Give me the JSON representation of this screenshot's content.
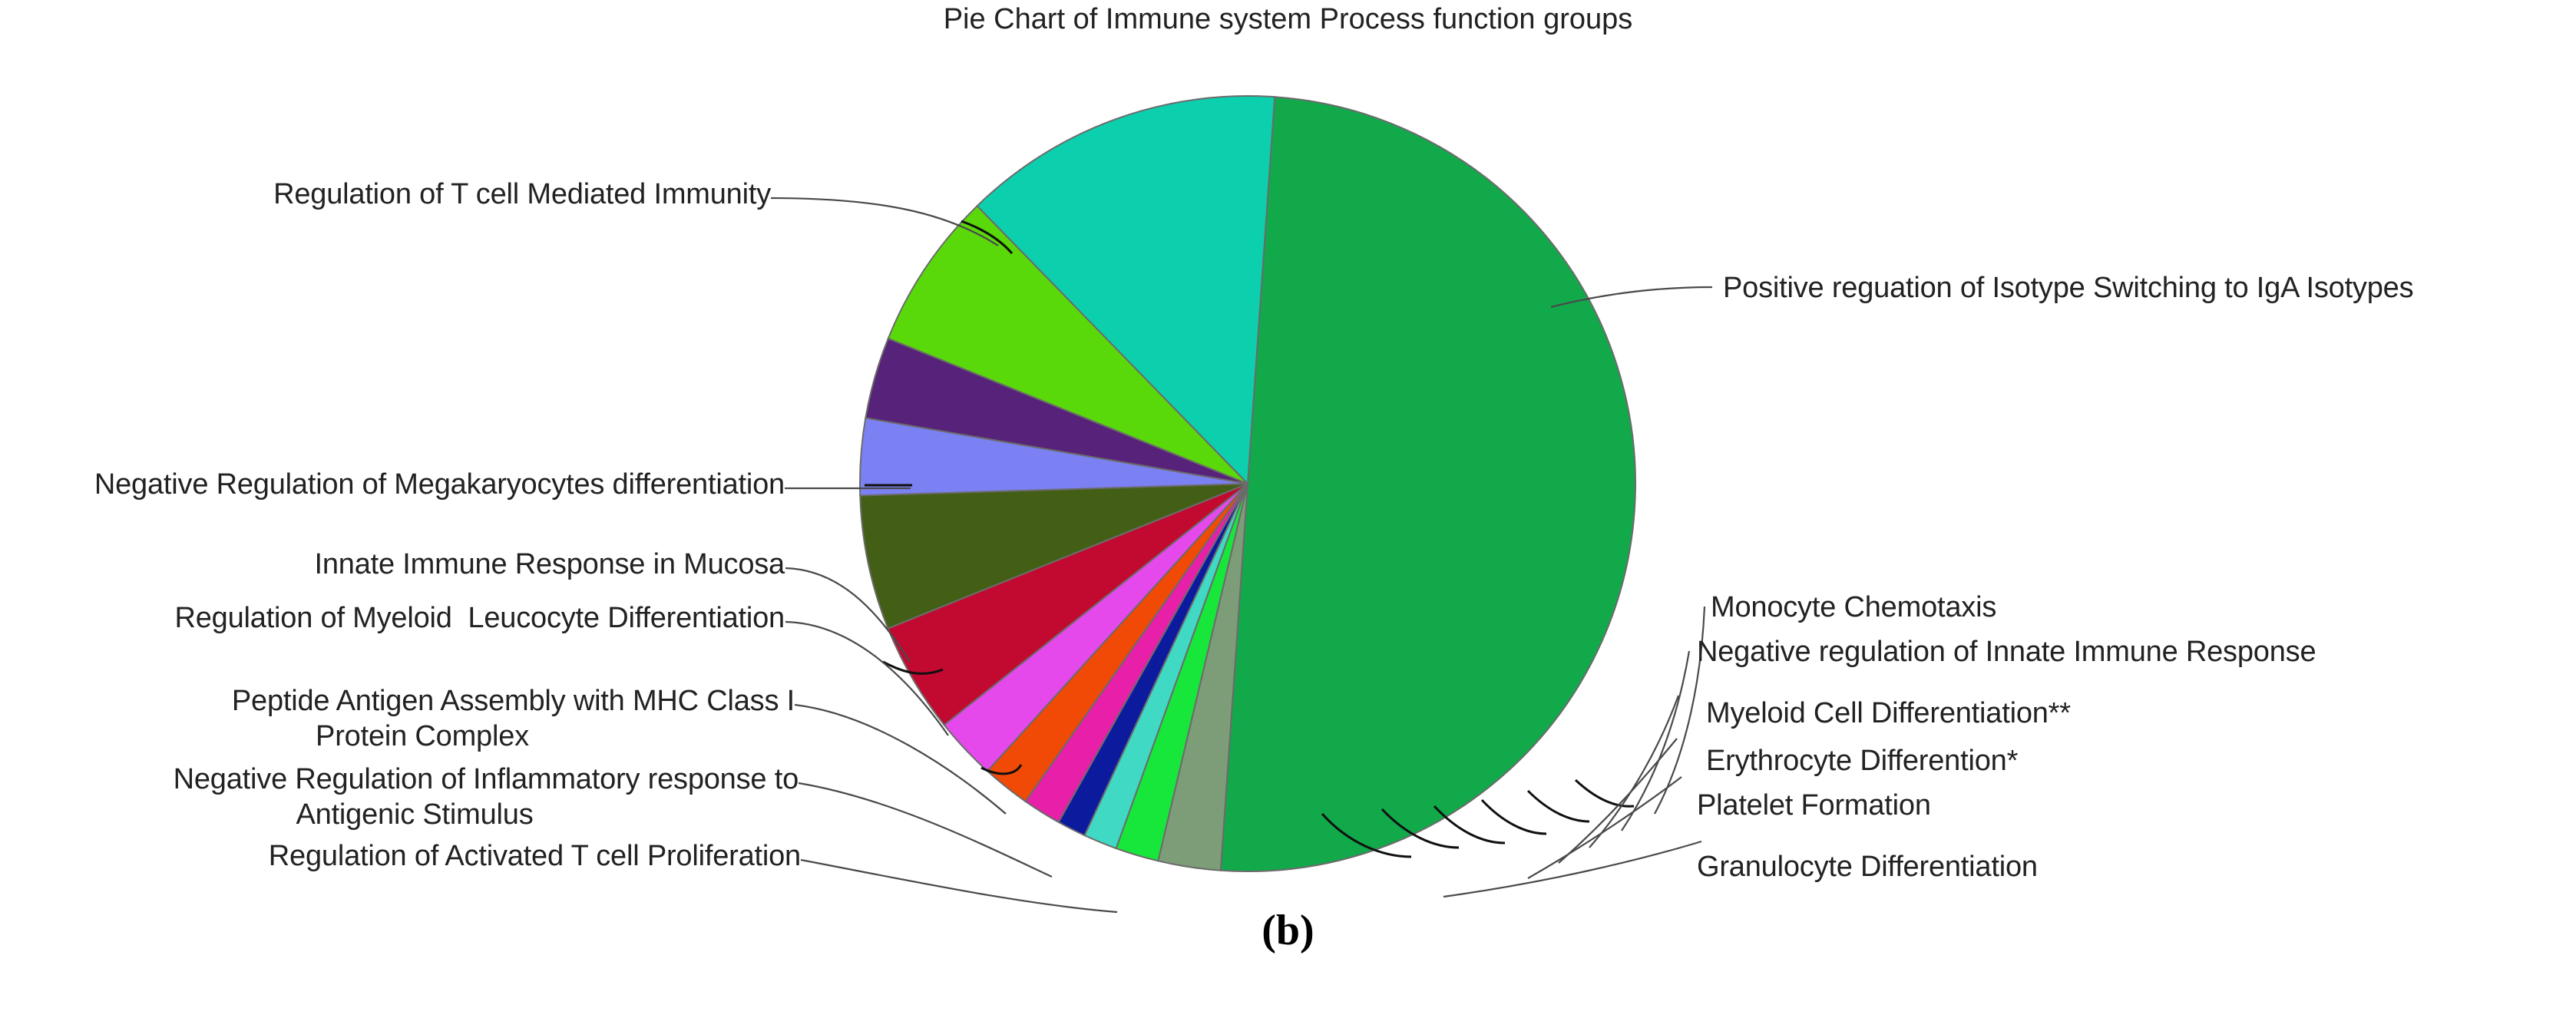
{
  "chart": {
    "title": "Pie Chart of Immune system Process function groups",
    "panel_caption": "(b)"
  },
  "chart_data": {
    "type": "pie",
    "title": "Pie Chart of Immune system Process function groups",
    "xlabel": "",
    "ylabel": "",
    "legend_position": "none",
    "grid": false,
    "start_angle_deg": -86,
    "direction": "clockwise",
    "center": [
      1625,
      630
    ],
    "radius": 505,
    "labels": [
      "Positive reguation of Isotype Switching to IgA Isotypes",
      "Monocyte Chemotaxis",
      "Negative regulation of Innate Immune Response",
      "Myeloid Cell Differentiation**",
      "Erythrocyte Differention*",
      "Platelet Formation",
      "Granulocyte Differentiation",
      "Regulation of Activated T cell Proliferation",
      "Negative Regulation of Inflammatory response to Antigenic Stimulus",
      "Peptide Antigen Assembly with MHC Class I Protein Complex",
      "Regulation of Myeloid  Leucocyte Differentiation",
      "Innate Immune Response in Mucosa",
      "Negative Regulation of Megakaryocytes differentiation",
      "Regulation of T cell Mediated Immunity"
    ],
    "values": [
      50.0,
      2.6,
      1.8,
      1.4,
      1.2,
      1.6,
      2.0,
      2.6,
      4.6,
      5.6,
      3.2,
      3.4,
      6.6,
      13.4
    ],
    "colors": [
      "#11a94a",
      "#7d9d78",
      "#17e63a",
      "#3fd9c4",
      "#0c1a9e",
      "#e81fa9",
      "#f04a06",
      "#e549ec",
      "#c2092f",
      "#435f16",
      "#7b81f2",
      "#572279",
      "#5ad90a",
      "#0ccfae"
    ]
  },
  "labels_left": [
    {
      "key": "reg-t-cell-mediated-immunity",
      "text": "Regulation of T cell Mediated Immunity"
    },
    {
      "key": "neg-reg-megakaryocytes",
      "text": "Negative Regulation of Megakaryocytes differentiation"
    },
    {
      "key": "innate-immune-mucosa",
      "text": "Innate Immune Response in Mucosa"
    },
    {
      "key": "reg-myeloid-leucocyte",
      "text": "Regulation of Myeloid  Leucocyte Differentiation"
    },
    {
      "key": "peptide-mhc-line1",
      "text": "Peptide Antigen Assembly with MHC Class I"
    },
    {
      "key": "peptide-mhc-line2",
      "text": "Protein Complex"
    },
    {
      "key": "neg-reg-inflammatory-line1",
      "text": "Negative Regulation of Inflammatory response to"
    },
    {
      "key": "neg-reg-inflammatory-line2",
      "text": "Antigenic Stimulus"
    },
    {
      "key": "reg-activated-t-cell",
      "text": "Regulation of Activated T cell Proliferation"
    }
  ],
  "labels_right": [
    {
      "key": "positive-reguation-iga",
      "text": "Positive reguation of Isotype Switching to IgA Isotypes"
    },
    {
      "key": "monocyte-chemotaxis",
      "text": "Monocyte Chemotaxis"
    },
    {
      "key": "neg-reg-innate-immune",
      "text": "Negative regulation of Innate Immune Response"
    },
    {
      "key": "myeloid-cell-differentiation",
      "text": "Myeloid Cell Differentiation**"
    },
    {
      "key": "erythrocyte-differention",
      "text": "Erythrocyte Differention*"
    },
    {
      "key": "platelet-formation",
      "text": "Platelet Formation"
    },
    {
      "key": "granulocyte-differentiation",
      "text": "Granulocyte Differentiation"
    }
  ]
}
